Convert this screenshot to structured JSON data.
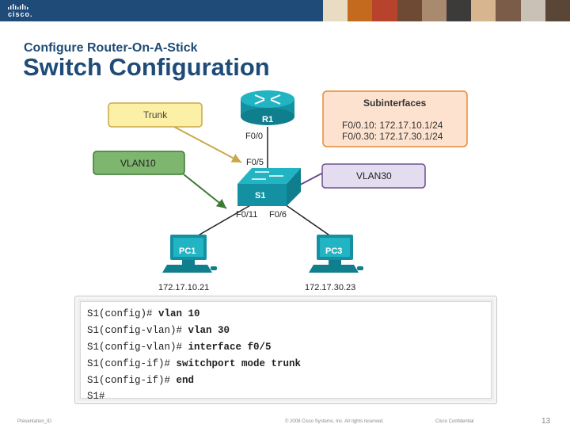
{
  "header": {
    "logo_text": "cisco.",
    "subtitle": "Configure Router-On-A-Stick",
    "title": "Switch Configuration"
  },
  "diagram": {
    "router": {
      "label": "R1",
      "interface": "F0/0"
    },
    "switch": {
      "label": "S1",
      "uplink": "F0/5",
      "port_pc1": "F0/11",
      "port_pc3": "F0/6"
    },
    "pc1": {
      "label": "PC1",
      "ip": "172.17.10.21"
    },
    "pc3": {
      "label": "PC3",
      "ip": "172.17.30.23"
    },
    "callouts": {
      "trunk": "Trunk",
      "vlan10": "VLAN10",
      "vlan30": "VLAN30",
      "subinterfaces_title": "Subinterfaces",
      "subinterface_1": "F0/0.10: 172.17.10.1/24",
      "subinterface_2": "F0/0.30: 172.17.30.1/24"
    },
    "colors": {
      "trunk_fill": "#fcefa6",
      "trunk_border": "#c9a94a",
      "vlan10_fill": "#7fb66f",
      "vlan10_border": "#3d7a34",
      "vlan30_fill": "#e4dcef",
      "vlan30_border": "#6b4e91",
      "sub_fill": "#fde3cf",
      "sub_border": "#e98a38",
      "device_teal": "#17a3b3"
    }
  },
  "cli": {
    "lines": [
      {
        "prompt": "S1(config)# ",
        "command": "vlan 10"
      },
      {
        "prompt": "S1(config-vlan)# ",
        "command": "vlan 30"
      },
      {
        "prompt": "S1(config-vlan)# ",
        "command": "interface f0/5"
      },
      {
        "prompt": "S1(config-if)# ",
        "command": "switchport mode trunk"
      },
      {
        "prompt": "S1(config-if)# ",
        "command": "end"
      },
      {
        "prompt": "S1#",
        "command": ""
      }
    ]
  },
  "footer": {
    "left": "Presentation_ID",
    "center": "© 2008 Cisco Systems, Inc. All rights reserved.",
    "right": "Cisco Confidential",
    "page": "13"
  }
}
